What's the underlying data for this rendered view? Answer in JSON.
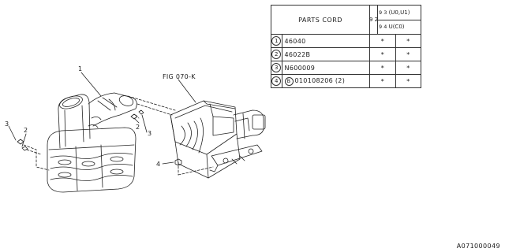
{
  "fig_ref": "FIG 070-K",
  "drawing_code": "A071000049",
  "callouts": [
    "1",
    "2",
    "3",
    "4"
  ],
  "parts_table": {
    "header": "PARTS CORD",
    "year_left": "9 2",
    "col1_year": "9 3",
    "col1_model": "(U0,U1)",
    "col2_year": "9 4",
    "col2_model": "U(C0)",
    "rows": [
      {
        "idx": "1",
        "part": "46040",
        "bolt_symbol": "",
        "qty": "",
        "mark1": "*",
        "mark2": "*"
      },
      {
        "idx": "2",
        "part": "46022B",
        "bolt_symbol": "",
        "qty": "",
        "mark1": "*",
        "mark2": "*"
      },
      {
        "idx": "3",
        "part": "N600009",
        "bolt_symbol": "",
        "qty": "",
        "mark1": "*",
        "mark2": "*"
      },
      {
        "idx": "4",
        "part": "010108206",
        "bolt_symbol": "B",
        "qty": "(2)",
        "mark1": "*",
        "mark2": "*"
      }
    ]
  }
}
